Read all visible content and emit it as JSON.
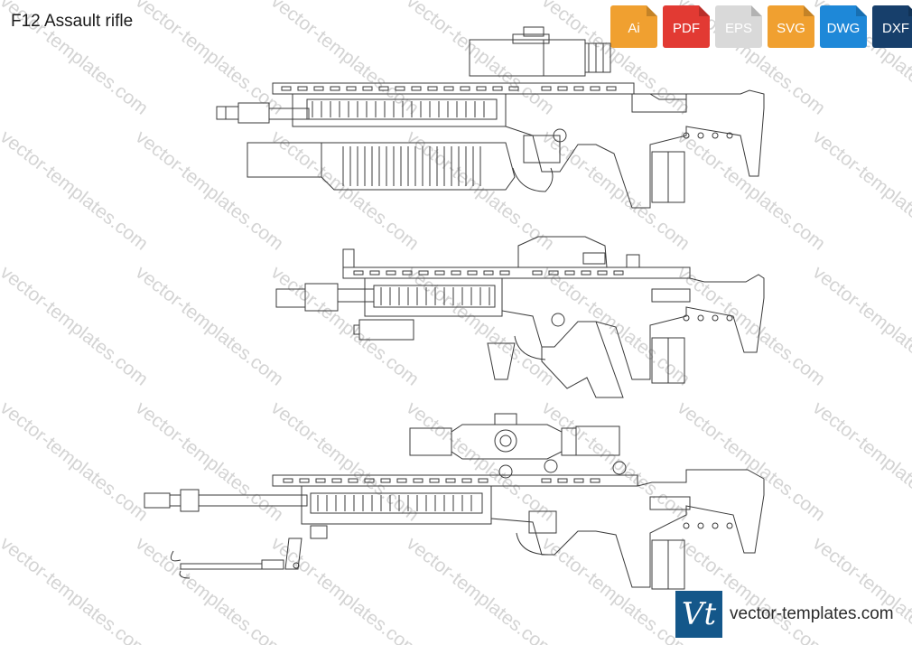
{
  "page": {
    "title": "F12 Assault rifle"
  },
  "formats": [
    {
      "label": "Ai",
      "color": "#f0a030"
    },
    {
      "label": "PDF",
      "color": "#e23a33"
    },
    {
      "label": "EPS",
      "color": "#d9d9d9"
    },
    {
      "label": "SVG",
      "color": "#f0a030"
    },
    {
      "label": "DWG",
      "color": "#1e88d8"
    },
    {
      "label": "DXF",
      "color": "#173f6b"
    }
  ],
  "watermark": {
    "text": "vector-templates.com"
  },
  "brand": {
    "logo": "Vt",
    "url": "vector-templates.com",
    "color": "#14578a"
  },
  "drawings": [
    {
      "name": "f12-side-view-grenade-launcher"
    },
    {
      "name": "f12-side-view-red-dot"
    },
    {
      "name": "f12-side-view-scope-bipod"
    }
  ]
}
